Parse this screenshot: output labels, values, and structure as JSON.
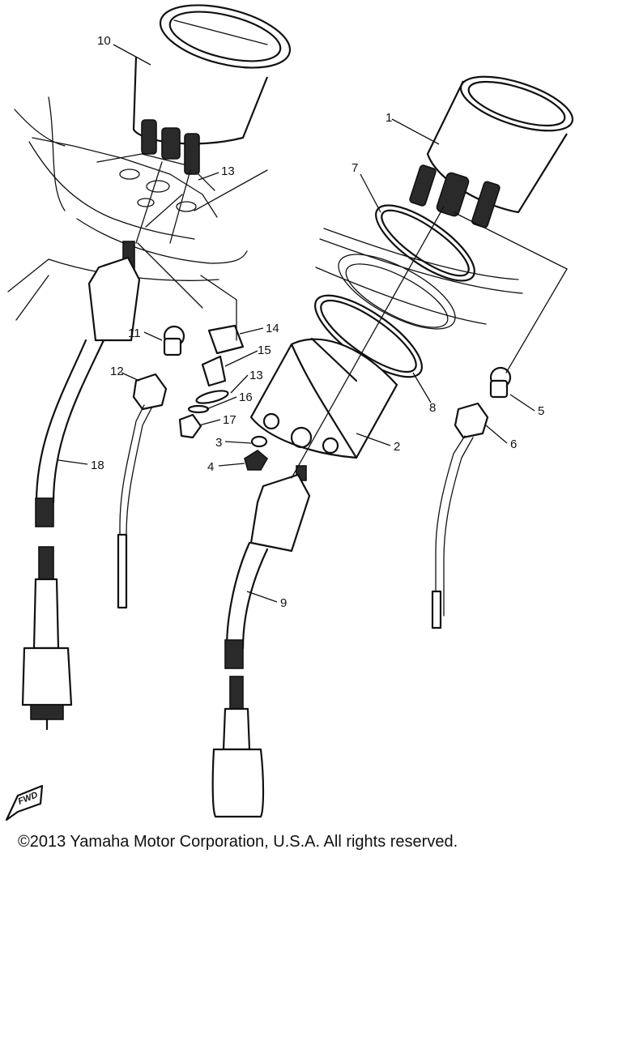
{
  "diagram": {
    "callouts": [
      {
        "id": "c1",
        "text": "1"
      },
      {
        "id": "c2",
        "text": "2"
      },
      {
        "id": "c3",
        "text": "3"
      },
      {
        "id": "c4",
        "text": "4"
      },
      {
        "id": "c5",
        "text": "5"
      },
      {
        "id": "c6",
        "text": "6"
      },
      {
        "id": "c7",
        "text": "7"
      },
      {
        "id": "c8",
        "text": "8"
      },
      {
        "id": "c9",
        "text": "9"
      },
      {
        "id": "c10",
        "text": "10"
      },
      {
        "id": "c11",
        "text": "11"
      },
      {
        "id": "c12",
        "text": "12"
      },
      {
        "id": "c13a",
        "text": "13"
      },
      {
        "id": "c13b",
        "text": "13"
      },
      {
        "id": "c14",
        "text": "14"
      },
      {
        "id": "c15",
        "text": "15"
      },
      {
        "id": "c16",
        "text": "16"
      },
      {
        "id": "c17",
        "text": "17"
      },
      {
        "id": "c18",
        "text": "18"
      }
    ],
    "fwd_mark": "FWD"
  },
  "footer": {
    "copyright": "©2013 Yamaha Motor Corporation, U.S.A. All rights reserved."
  }
}
